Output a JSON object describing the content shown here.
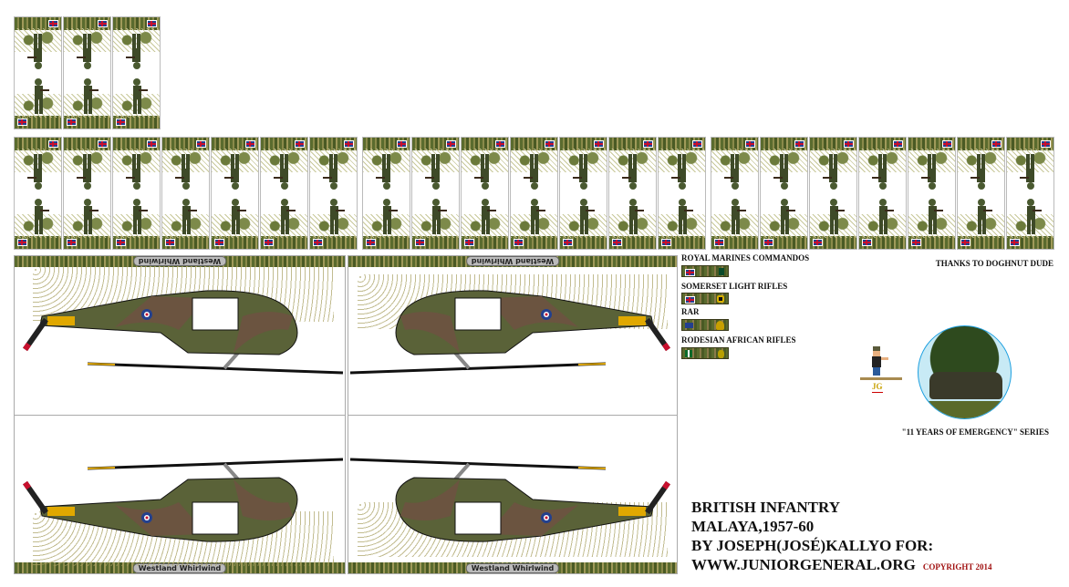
{
  "sheet": {
    "helicopter_label": "Westland Whirlwind",
    "units": [
      {
        "name": "ROYAL MARINES COMMANDOS",
        "flag": "uk-flag",
        "insignia": "commando-dagger-icon"
      },
      {
        "name": "SOMERSET LIGHT RIFLES",
        "flag": "uk-flag",
        "insignia": "bugle-badge-icon"
      },
      {
        "name": "RAR",
        "flag": "australia-flag",
        "insignia": "rising-sun-badge-icon"
      },
      {
        "name": "RODESIAN AFRICAN RIFLES",
        "flag": "rhodesia-flag",
        "insignia": "lion-badge-icon"
      }
    ],
    "thanks": "THANKS TO DOGHNUT DUDE",
    "series": "\"11 YEARS OF EMERGENCY\" SERIES",
    "title_lines": [
      "BRITISH INFANTRY",
      "MALAYA,1957-60",
      "BY JOSEPH(JOSÉ)KALLYO FOR:",
      "WWW.JUNIORGENERAL.ORG"
    ],
    "copyright": "COPYRIGHT 2014",
    "logo_text": "JG"
  },
  "colors": {
    "camo_green": "#4f5a2e",
    "camo_brown": "#6b5440",
    "tail_yellow": "#e0a800",
    "roundel_blue": "#23408e",
    "roundel_red": "#c8102e",
    "copyright_red": "#a01010"
  }
}
